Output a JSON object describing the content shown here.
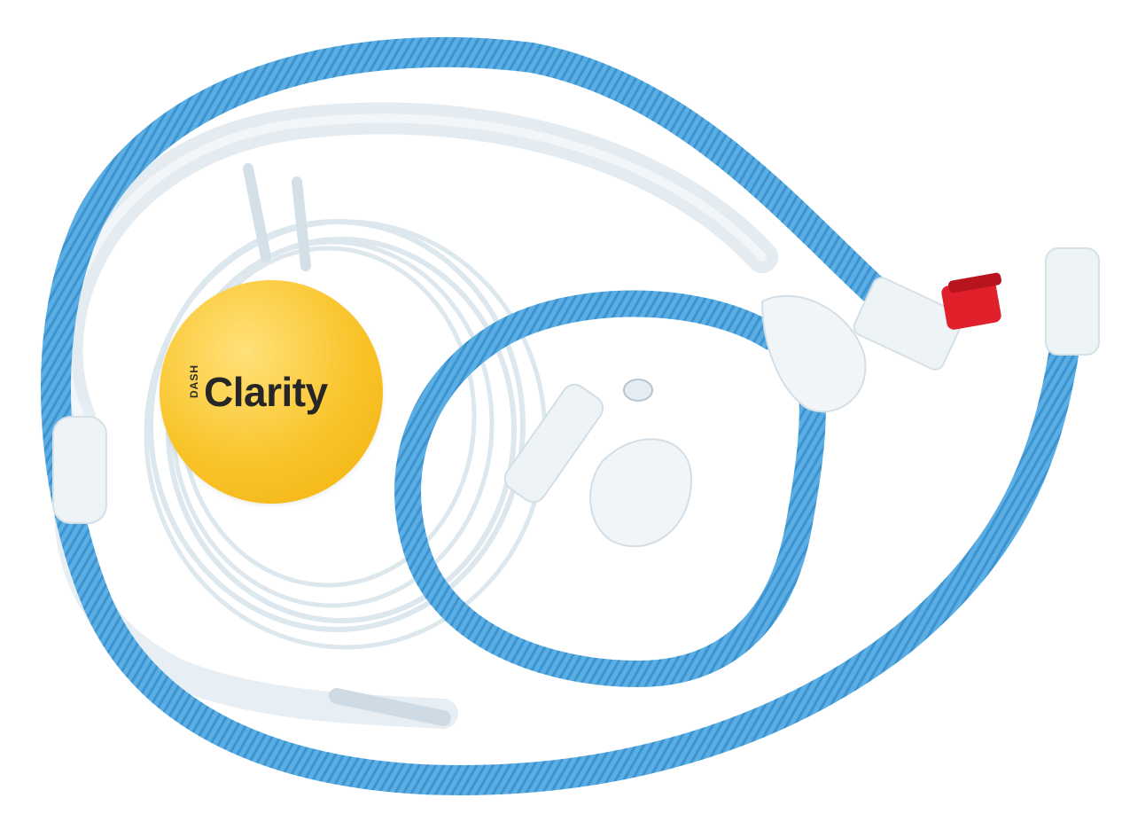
{
  "badge": {
    "small_text": "DASH",
    "main_text": "Clarity"
  },
  "colors": {
    "badge_yellow": "#f9c42a",
    "tube_blue": "#4aa3dc",
    "tube_clear": "#e6eef3",
    "cap_red": "#e0202a"
  },
  "icons": {
    "product": "breathing-circuit-tubing-illustration"
  }
}
